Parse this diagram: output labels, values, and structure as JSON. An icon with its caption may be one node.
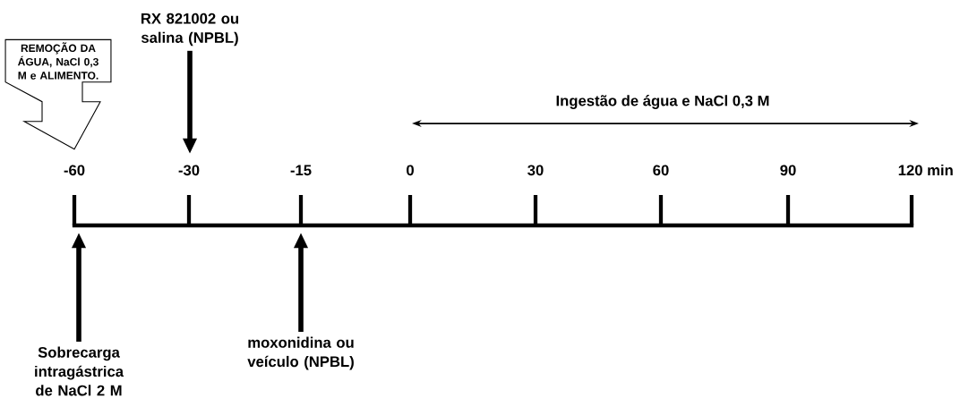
{
  "diagram": {
    "nodes": [
      {
        "text": [
          "RX 821002 ou salina (NPBL)"
        ]
      },
      {
        "text": [
          "REMOÇÃO DA ÁGUA, NaCl 0,3 M e ALIMENTO."
        ]
      },
      {
        "text": [
          "Sobrecarga intragástrica de NaCl 2 M"
        ]
      },
      {
        "text": [
          "moxonidina ou veículo (NPBL)"
        ]
      }
    ],
    "edges": [
      {
        "from": 0,
        "to": null,
        "arrow": "to"
      },
      {
        "from": 2,
        "to": null,
        "arrow": "to"
      },
      {
        "from": 3,
        "to": null,
        "arrow": "to"
      }
    ],
    "labels": [
      "Ingestão de água e NaCl 0,3 M",
      "-60",
      "-30",
      "-15",
      "0",
      "30",
      "60",
      "90",
      "120 min"
    ]
  }
}
